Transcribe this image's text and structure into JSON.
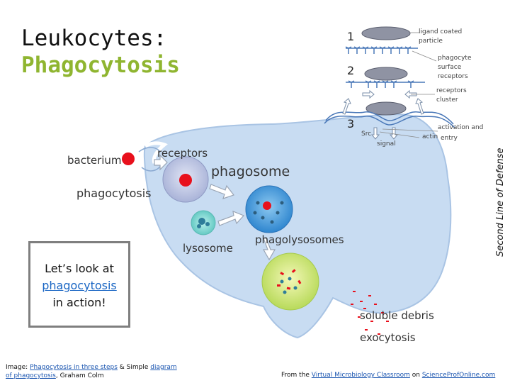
{
  "title": {
    "line1": "Leukocytes:",
    "line2": "Phagocytosis"
  },
  "side_text": "Second Line of Defense",
  "callout": {
    "line1": "Let’s look at",
    "link": "phagocytosis",
    "line2": "in action!"
  },
  "diagram_labels": {
    "bacterium": "bacterium",
    "receptors": "receptors",
    "phagosome": "phagosome",
    "phagocytosis": "phagocytosis",
    "lysosome": "lysosome",
    "phagolysosomes": "phagolysosomes",
    "soluble_debris": "soluble debris",
    "exocytosis": "exocytosis"
  },
  "inset": {
    "step1": "1",
    "step2": "2",
    "step3": "3",
    "ligand": "ligand coated",
    "particle": "particle",
    "phagocyte": "phagocyte",
    "surface": "surface",
    "receptors": "receptors",
    "receptors2": "receptors",
    "cluster": "cluster",
    "activation": "activation and",
    "actin": "actin",
    "entry": "entry",
    "src": "Src",
    "signal": "signal"
  },
  "credit": {
    "prefix": "Image: ",
    "link1": "Phagocytosis in three steps",
    "middle": " & Simple ",
    "link2": "diagram of phagocytosis",
    "suffix": ", Graham Colm"
  },
  "source": {
    "prefix": "From the ",
    "link1": "Virtual Microbiology Classroom",
    "middle": " on ",
    "link2": "ScienceProfOnline.com"
  },
  "colors": {
    "title_accent": "#8fb530",
    "cell": "#c8dcf2",
    "cell_edge": "#a9c4e4",
    "phagosome": "#c7cde6",
    "bacterium": "#e8101c",
    "phagolysosome": "#3d98d8",
    "late_phagolysosome": "#e2ee90",
    "link": "#1a66c4"
  }
}
